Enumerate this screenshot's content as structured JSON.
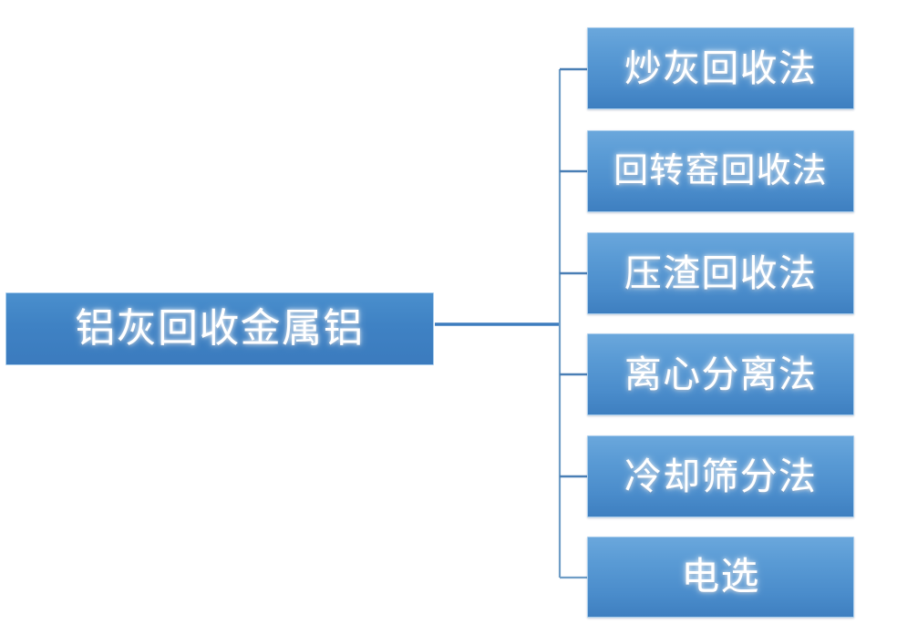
{
  "diagram": {
    "type": "organization-chart",
    "orientation": "left-to-right",
    "title_node": {
      "label": "铝灰回收金属铝",
      "name": "root-node"
    },
    "branches": [
      {
        "label": "炒灰回收法",
        "name": "branch-node-1"
      },
      {
        "label": "回转窑回收法",
        "name": "branch-node-2"
      },
      {
        "label": "压渣回收法",
        "name": "branch-node-3"
      },
      {
        "label": "离心分离法",
        "name": "branch-node-4"
      },
      {
        "label": "冷却筛分法",
        "name": "branch-node-5"
      },
      {
        "label": "电选",
        "name": "branch-node-6"
      }
    ],
    "colors": {
      "root_fill": "#3f82c4",
      "leaf_fill_top": "#6aa7dc",
      "leaf_fill_bottom": "#3e7fc0",
      "box_border": "#a9cdec",
      "connector_line": "#3d7cbe",
      "text": "#ffffff",
      "background": "#ffffff"
    }
  }
}
